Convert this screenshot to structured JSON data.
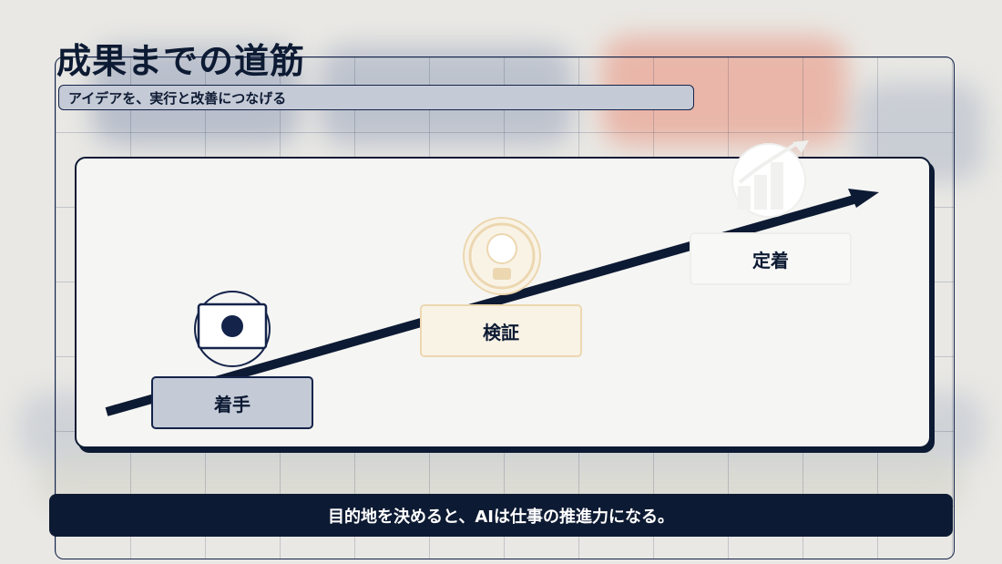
{
  "title": "成果までの道筋",
  "subtitle": "アイデアを、実行と改善につなげる",
  "stages": [
    {
      "label": "着手",
      "icon": "monitor-icon"
    },
    {
      "label": "検証",
      "icon": "lightbulb-icon"
    },
    {
      "label": "定着",
      "icon": "growth-chart-icon"
    }
  ],
  "footer": "目的地を決めると、AIは仕事の推進力になる。",
  "colors": {
    "navy": "#0d1a33",
    "slate": "#c4cad6",
    "cream": "#f9f3e6",
    "gold": "#ecd7b0"
  }
}
